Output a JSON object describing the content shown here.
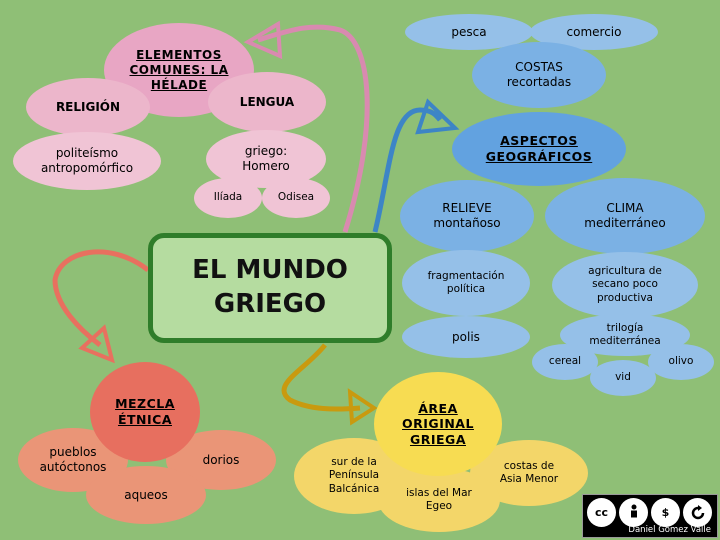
{
  "central": {
    "line1": "EL MUNDO",
    "line2": "GRIEGO"
  },
  "elementos": {
    "title_line1": "ELEMENTOS",
    "title_line2": "COMUNES: LA",
    "title_line3": "HÉLADE",
    "religion": "RELIGIÓN",
    "religion_detail_1": "politeísmo",
    "religion_detail_2": "antropomórfico",
    "lengua": "LENGUA",
    "lengua_detail_1": "griego:",
    "lengua_detail_2": "Homero",
    "iliada": "Ilíada",
    "odisea": "Odisea"
  },
  "aspectos": {
    "title_line1": "ASPECTOS",
    "title_line2": "GEOGRÁFICOS",
    "costas_1": "COSTAS",
    "costas_2": "recortadas",
    "pesca": "pesca",
    "comercio": "comercio",
    "relieve_1": "RELIEVE",
    "relieve_2": "montañoso",
    "fragmentacion_1": "fragmentación",
    "fragmentacion_2": "política",
    "polis": "polis",
    "clima_1": "CLIMA",
    "clima_2": "mediterráneo",
    "agricultura_1": "agricultura de",
    "agricultura_2": "secano poco",
    "agricultura_3": "productiva",
    "trilogia_1": "trilogía",
    "trilogia_2": "mediterránea",
    "cereal": "cereal",
    "vid": "vid",
    "olivo": "olivo"
  },
  "mezcla": {
    "title_line1": "MEZCLA",
    "title_line2": "ÉTNICA",
    "pueblos_1": "pueblos",
    "pueblos_2": "autóctonos",
    "dorios": "dorios",
    "aqueos": "aqueos"
  },
  "area": {
    "title_line1": "ÁREA",
    "title_line2": "ORIGINAL",
    "title_line3": "GRIEGA",
    "sur_1": "sur de la",
    "sur_2": "Península",
    "sur_3": "Balcánica",
    "islas_1": "islas del Mar",
    "islas_2": "Egeo",
    "costas_asia_1": "costas de",
    "costas_asia_2": "Asia Menor"
  },
  "colors": {
    "background": "#8fbf76",
    "central_border": "#2f7d2a",
    "pink_branch": "#d98ab0",
    "blue_branch": "#3d85c6",
    "red_branch": "#e8705f",
    "yellow_branch": "#c99a0f"
  },
  "license": {
    "author": "Daniel Gómez Valle",
    "icons": [
      "cc",
      "by",
      "nc",
      "sa"
    ]
  }
}
